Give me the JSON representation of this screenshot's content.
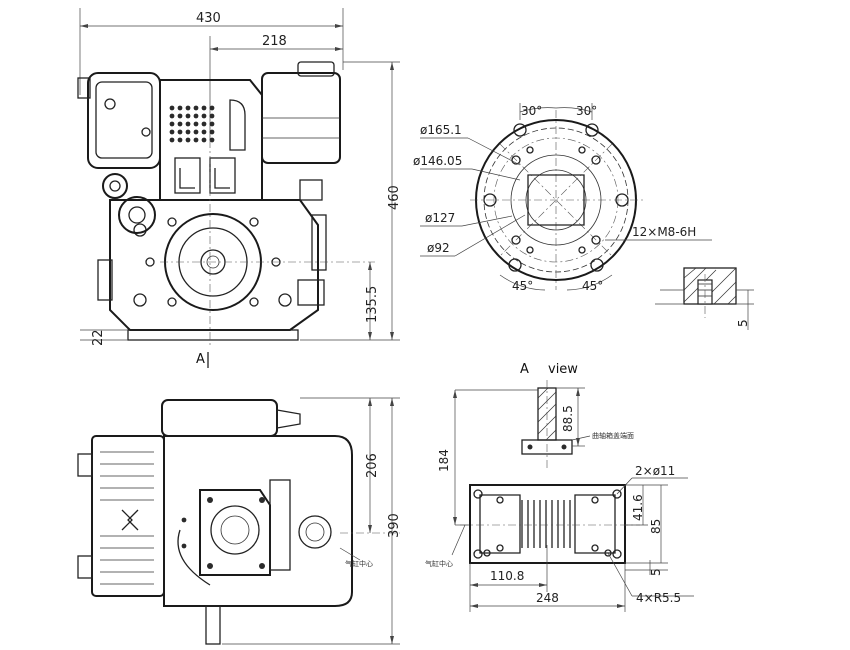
{
  "front_view": {
    "width_overall": "430",
    "width_offset": "218",
    "height_overall": "460",
    "shaft_height": "135.5",
    "base_height": "22",
    "section_marker": "A"
  },
  "flange_view": {
    "dia_165": "ø165.1",
    "dia_146": "ø146.05",
    "dia_127": "ø127",
    "dia_92": "ø92",
    "angle_top_left": "30°",
    "angle_top_right": "30°",
    "angle_bottom_left": "45°",
    "angle_bottom_right": "45°",
    "thread_spec": "12×M8-6H",
    "thread_depth": "5"
  },
  "top_view": {
    "depth_overall": "390",
    "cylinder_offset": "206",
    "cylinder_center_note": "气缸中心"
  },
  "a_view": {
    "title": "A",
    "title_suffix": "view",
    "height_184": "184",
    "height_88": "88.5",
    "flange_note": "曲轴箱盖端面",
    "holes_spec": "2×ø11",
    "dim_41": "41.6",
    "dim_85": "85",
    "dim_5": "5",
    "dim_110": "110.8",
    "width_248": "248",
    "slots_spec": "4×R5.5",
    "cylinder_center_note": "气缸中心"
  }
}
